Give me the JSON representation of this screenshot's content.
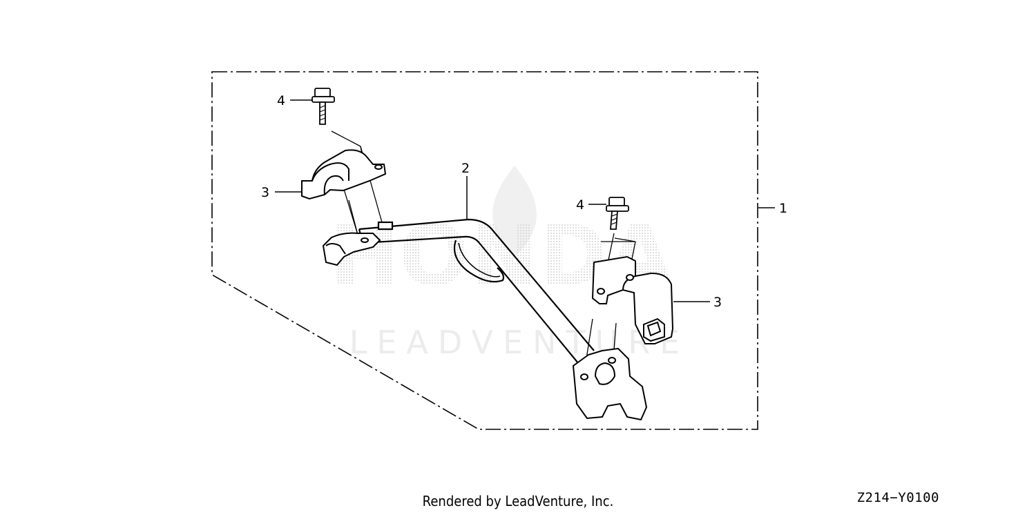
{
  "watermark": {
    "brand": "HONDA",
    "vendor": "LEADVENTURE"
  },
  "callouts": {
    "assembly": "1",
    "bar": "2",
    "holder_left": "3",
    "holder_right": "3",
    "bolt_left": "4",
    "bolt_right": "4"
  },
  "footer": {
    "credit": "Rendered by LeadVenture, Inc.",
    "diagram_code": "Z214−Y0100"
  },
  "colors": {
    "line": "#000000",
    "watermark_dots": "#d8d8d8",
    "watermark_text": "#ececec"
  }
}
